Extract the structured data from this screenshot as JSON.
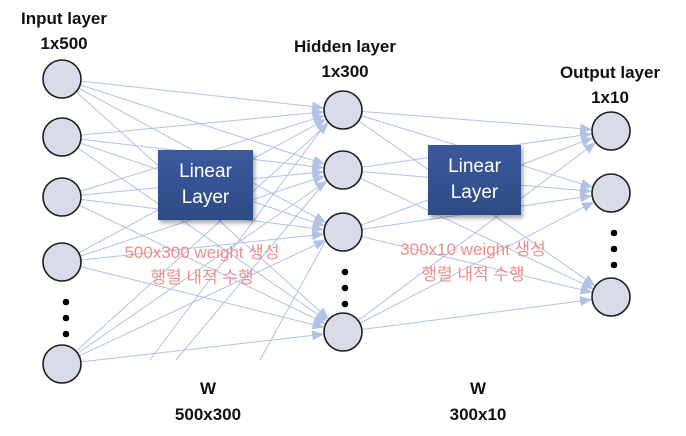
{
  "layers": {
    "input": {
      "name": "Input layer",
      "size": "1x500"
    },
    "hidden": {
      "name": "Hidden layer",
      "size": "1x300"
    },
    "output": {
      "name": "Output layer",
      "size": "1x10"
    }
  },
  "linear_boxes": [
    {
      "line1": "Linear",
      "line2": "Layer"
    },
    {
      "line1": "Linear",
      "line2": "Layer"
    }
  ],
  "notes": [
    {
      "line1": "500x300 weight 생성",
      "line2": "행렬 내적 수행"
    },
    {
      "line1": "300x10 weight 생성",
      "line2": "행렬 내적 수행"
    }
  ],
  "weights": [
    {
      "symbol": "W",
      "shape": "500x300"
    },
    {
      "symbol": "W",
      "shape": "300x10"
    }
  ],
  "colors": {
    "node_fill": "#dadbe8",
    "node_stroke": "#1e1e1e",
    "edge": "#b2c2e2",
    "linear_box": "#34508f",
    "note_text": "#ee8f8c"
  }
}
